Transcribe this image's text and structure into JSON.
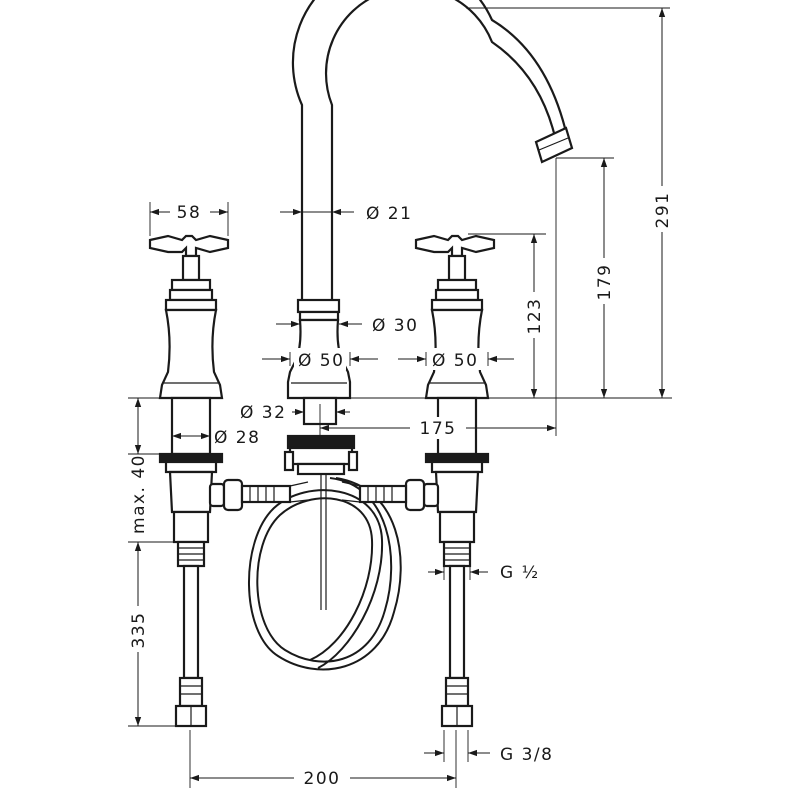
{
  "colors": {
    "line": "#1a1a1a",
    "background": "#ffffff"
  },
  "dimensions": {
    "handle_width": "58",
    "spout_diameter": "Ø 21",
    "spout_base_diameter": "Ø 30",
    "left_body_diameter": "Ø 50",
    "right_body_diameter": "Ø 50",
    "bore_center_diameter": "Ø 32",
    "bore_side_diameter": "Ø 28",
    "spout_reach": "175",
    "handle_height": "123",
    "spout_outlet_height": "179",
    "total_height": "291",
    "deck_thickness": "max. 40",
    "hose_length": "335",
    "inlet_thread_top": "G ½",
    "inlet_thread_bottom": "G 3/8",
    "center_distance": "200"
  }
}
